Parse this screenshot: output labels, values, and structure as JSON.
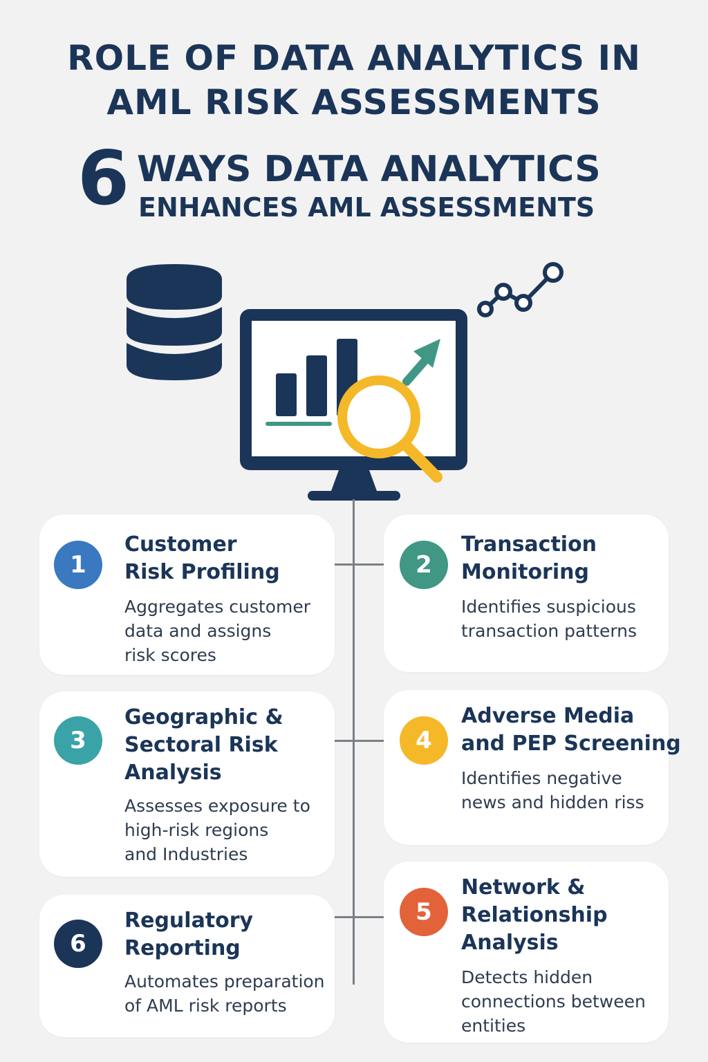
{
  "header": {
    "title_line1": "ROLE OF DATA ANALYTICS IN",
    "title_line2": "AML RISK ASSESSMENTS",
    "count": "6",
    "subtitle_line1": "WAYS DATA ANALYTICS",
    "subtitle_line2": "ENHANCES AML ASSESSMENTS"
  },
  "icons": {
    "database": "database-icon",
    "monitor": "monitor-icon",
    "chart": "bar-chart-icon",
    "trend": "trend-up-arrow-icon",
    "magnifier": "magnifying-glass-icon",
    "network": "network-nodes-icon"
  },
  "colors": {
    "navy": "#1b3558",
    "blue": "#3a78c0",
    "green": "#3f9784",
    "teal": "#3aa3a8",
    "yellow": "#f5b829",
    "orange": "#e3623a",
    "dark": "#1b3558"
  },
  "items": [
    {
      "number": "1",
      "title": "Customer\nRisk Profiling",
      "description": "Aggregates customer\ndata and assigns\nrisk scores",
      "color": "#3a78c0"
    },
    {
      "number": "2",
      "title": "Transaction\nMonitoring",
      "description": "Identifies suspicious\ntransaction patterns",
      "color": "#3f9784"
    },
    {
      "number": "3",
      "title": "Geographic &\nSectoral Risk\nAnalysis",
      "description": "Assesses exposure to\nhigh-risk regions\nand Industries",
      "color": "#3aa3a8"
    },
    {
      "number": "4",
      "title": "Adverse Media\nand PEP Screening",
      "description": "Identifies negative\nnews and hidden riss",
      "color": "#f5b829"
    },
    {
      "number": "5",
      "title": "Network &\nRelationship\nAnalysis",
      "description": "Detects hidden\nconnections between\nentities",
      "color": "#e3623a"
    },
    {
      "number": "6",
      "title": "Regulatory\nReporting",
      "description": "Automates preparation\nof AML risk reports",
      "color": "#1b3558"
    }
  ]
}
